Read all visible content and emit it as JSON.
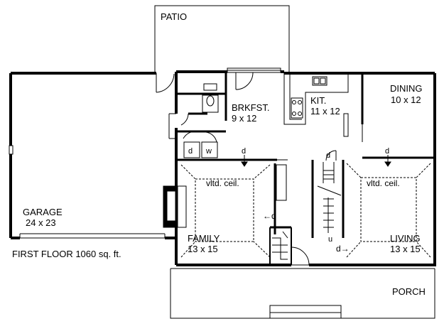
{
  "plan": {
    "patio": "PATIO",
    "garage": {
      "name": "GARAGE",
      "size": "24 x 23"
    },
    "breakfast": {
      "name": "BRKFST.",
      "size": "9 x 12"
    },
    "kitchen": {
      "name": "KIT.",
      "size": "11 x 12"
    },
    "dining": {
      "name": "DINING",
      "size": "10 x 12"
    },
    "family": {
      "name": "FAMILY",
      "size": "13 x 15",
      "ceiling": "vltd. ceil."
    },
    "living": {
      "name": "LIVING",
      "size": "13 x 15",
      "ceiling": "vltd. ceil."
    },
    "porch": "PORCH",
    "floor_caption": "FIRST FLOOR  1060  sq. ft.",
    "appliances": {
      "dryer": "d",
      "washer": "w"
    },
    "stair_up": "u",
    "down_arrow": "d",
    "down_arrow_right": "d→",
    "down_arrow_left": "←d"
  }
}
